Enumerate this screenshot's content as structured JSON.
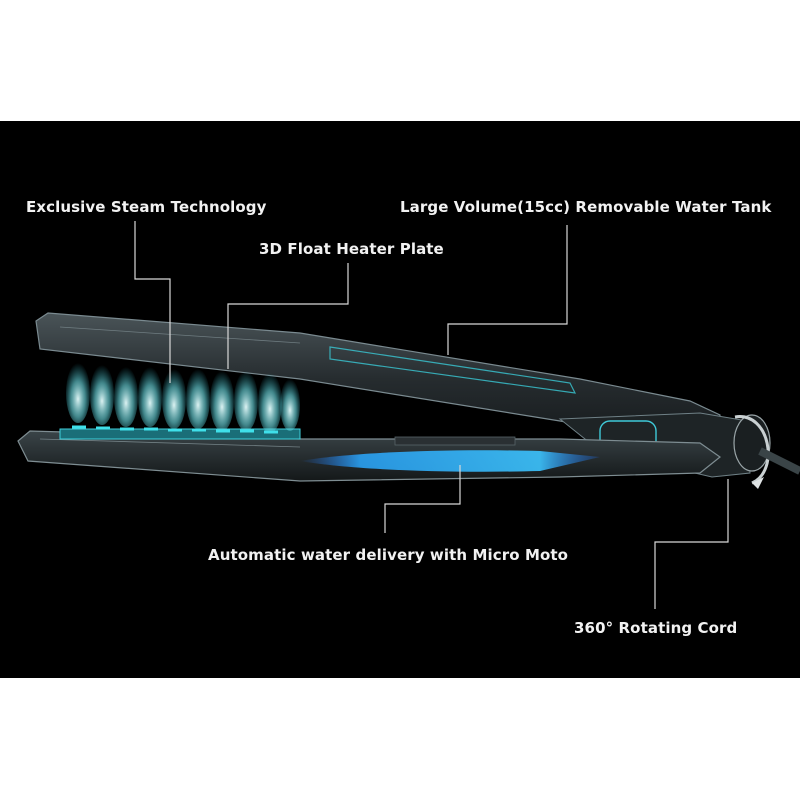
{
  "labels": {
    "steam_technology": "Exclusive  Steam Technology",
    "water_tank": "Large Volume(15cc)  Removable Water Tank",
    "heater_plate": "3D Float Heater Plate",
    "water_delivery": "Automatic water delivery with Micro Moto",
    "rotating_cord": "360° Rotating Cord"
  },
  "colors": {
    "background_outer": "#ffffff",
    "background_panel": "#000000",
    "label_text": "#f2f2f2",
    "steam_accent": "#2fd6e0",
    "water_accent": "#2aa8ff"
  }
}
